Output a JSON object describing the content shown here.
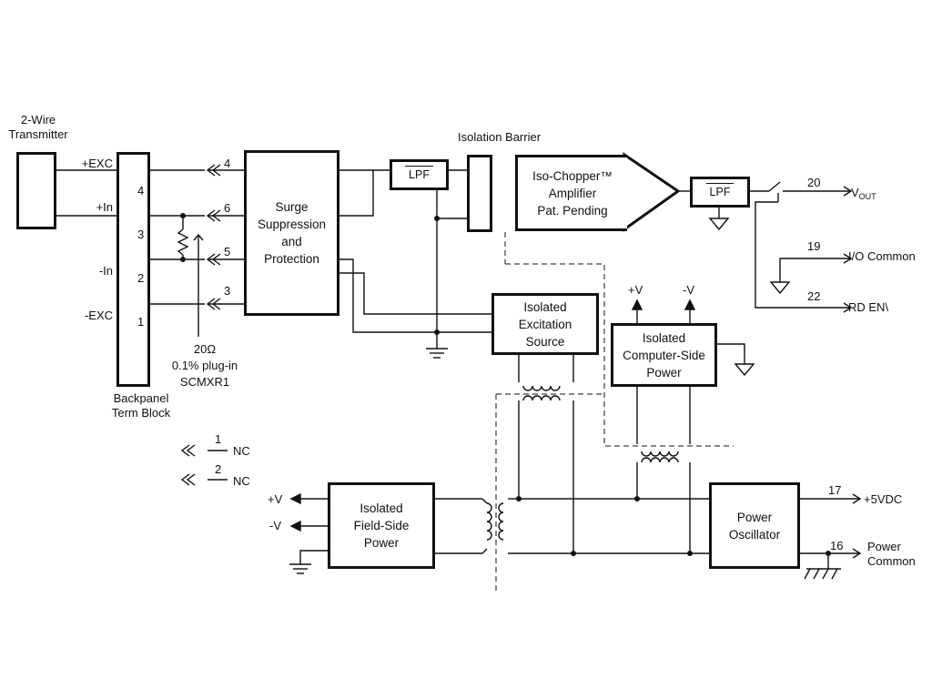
{
  "transmitter": {
    "label": "2-Wire\nTransmitter"
  },
  "term_block": {
    "label": "Backpanel\nTerm Block",
    "signals": [
      "+EXC",
      "+In",
      "-In",
      "-EXC"
    ],
    "pins": [
      "4",
      "3",
      "2",
      "1"
    ]
  },
  "connector_pins": [
    "4",
    "6",
    "5",
    "3"
  ],
  "resistor": {
    "value": "20Ω",
    "line1": "0.1% plug-in",
    "line2": "SCMXR1"
  },
  "nc": [
    {
      "pin": "1",
      "label": "NC"
    },
    {
      "pin": "2",
      "label": "NC"
    }
  ],
  "blocks": {
    "surge": "Surge\nSuppression\nand\nProtection",
    "lpf1": "LPF",
    "lpf2": "LPF",
    "isolation_barrier": "Isolation Barrier",
    "amplifier": "Iso-Chopper™\nAmplifier\nPat. Pending",
    "excitation": "Isolated\nExcitation\nSource",
    "computer_power": "Isolated\nComputer-Side\nPower",
    "field_power": "Isolated\nField-Side\nPower",
    "oscillator": "Power\nOscillator"
  },
  "rails": {
    "pos": "+V",
    "neg": "-V",
    "field_pos": "+V",
    "field_neg": "-V"
  },
  "outputs": [
    {
      "pin": "20",
      "label": "V",
      "sub": "OUT"
    },
    {
      "pin": "19",
      "label": "I/O Common"
    },
    {
      "pin": "22",
      "label": "RD EN\\"
    },
    {
      "pin": "17",
      "label": "+5VDC"
    },
    {
      "pin": "16",
      "label": "Power\nCommon"
    }
  ],
  "colors": {
    "ink": "#111111",
    "background": "#ffffff"
  }
}
